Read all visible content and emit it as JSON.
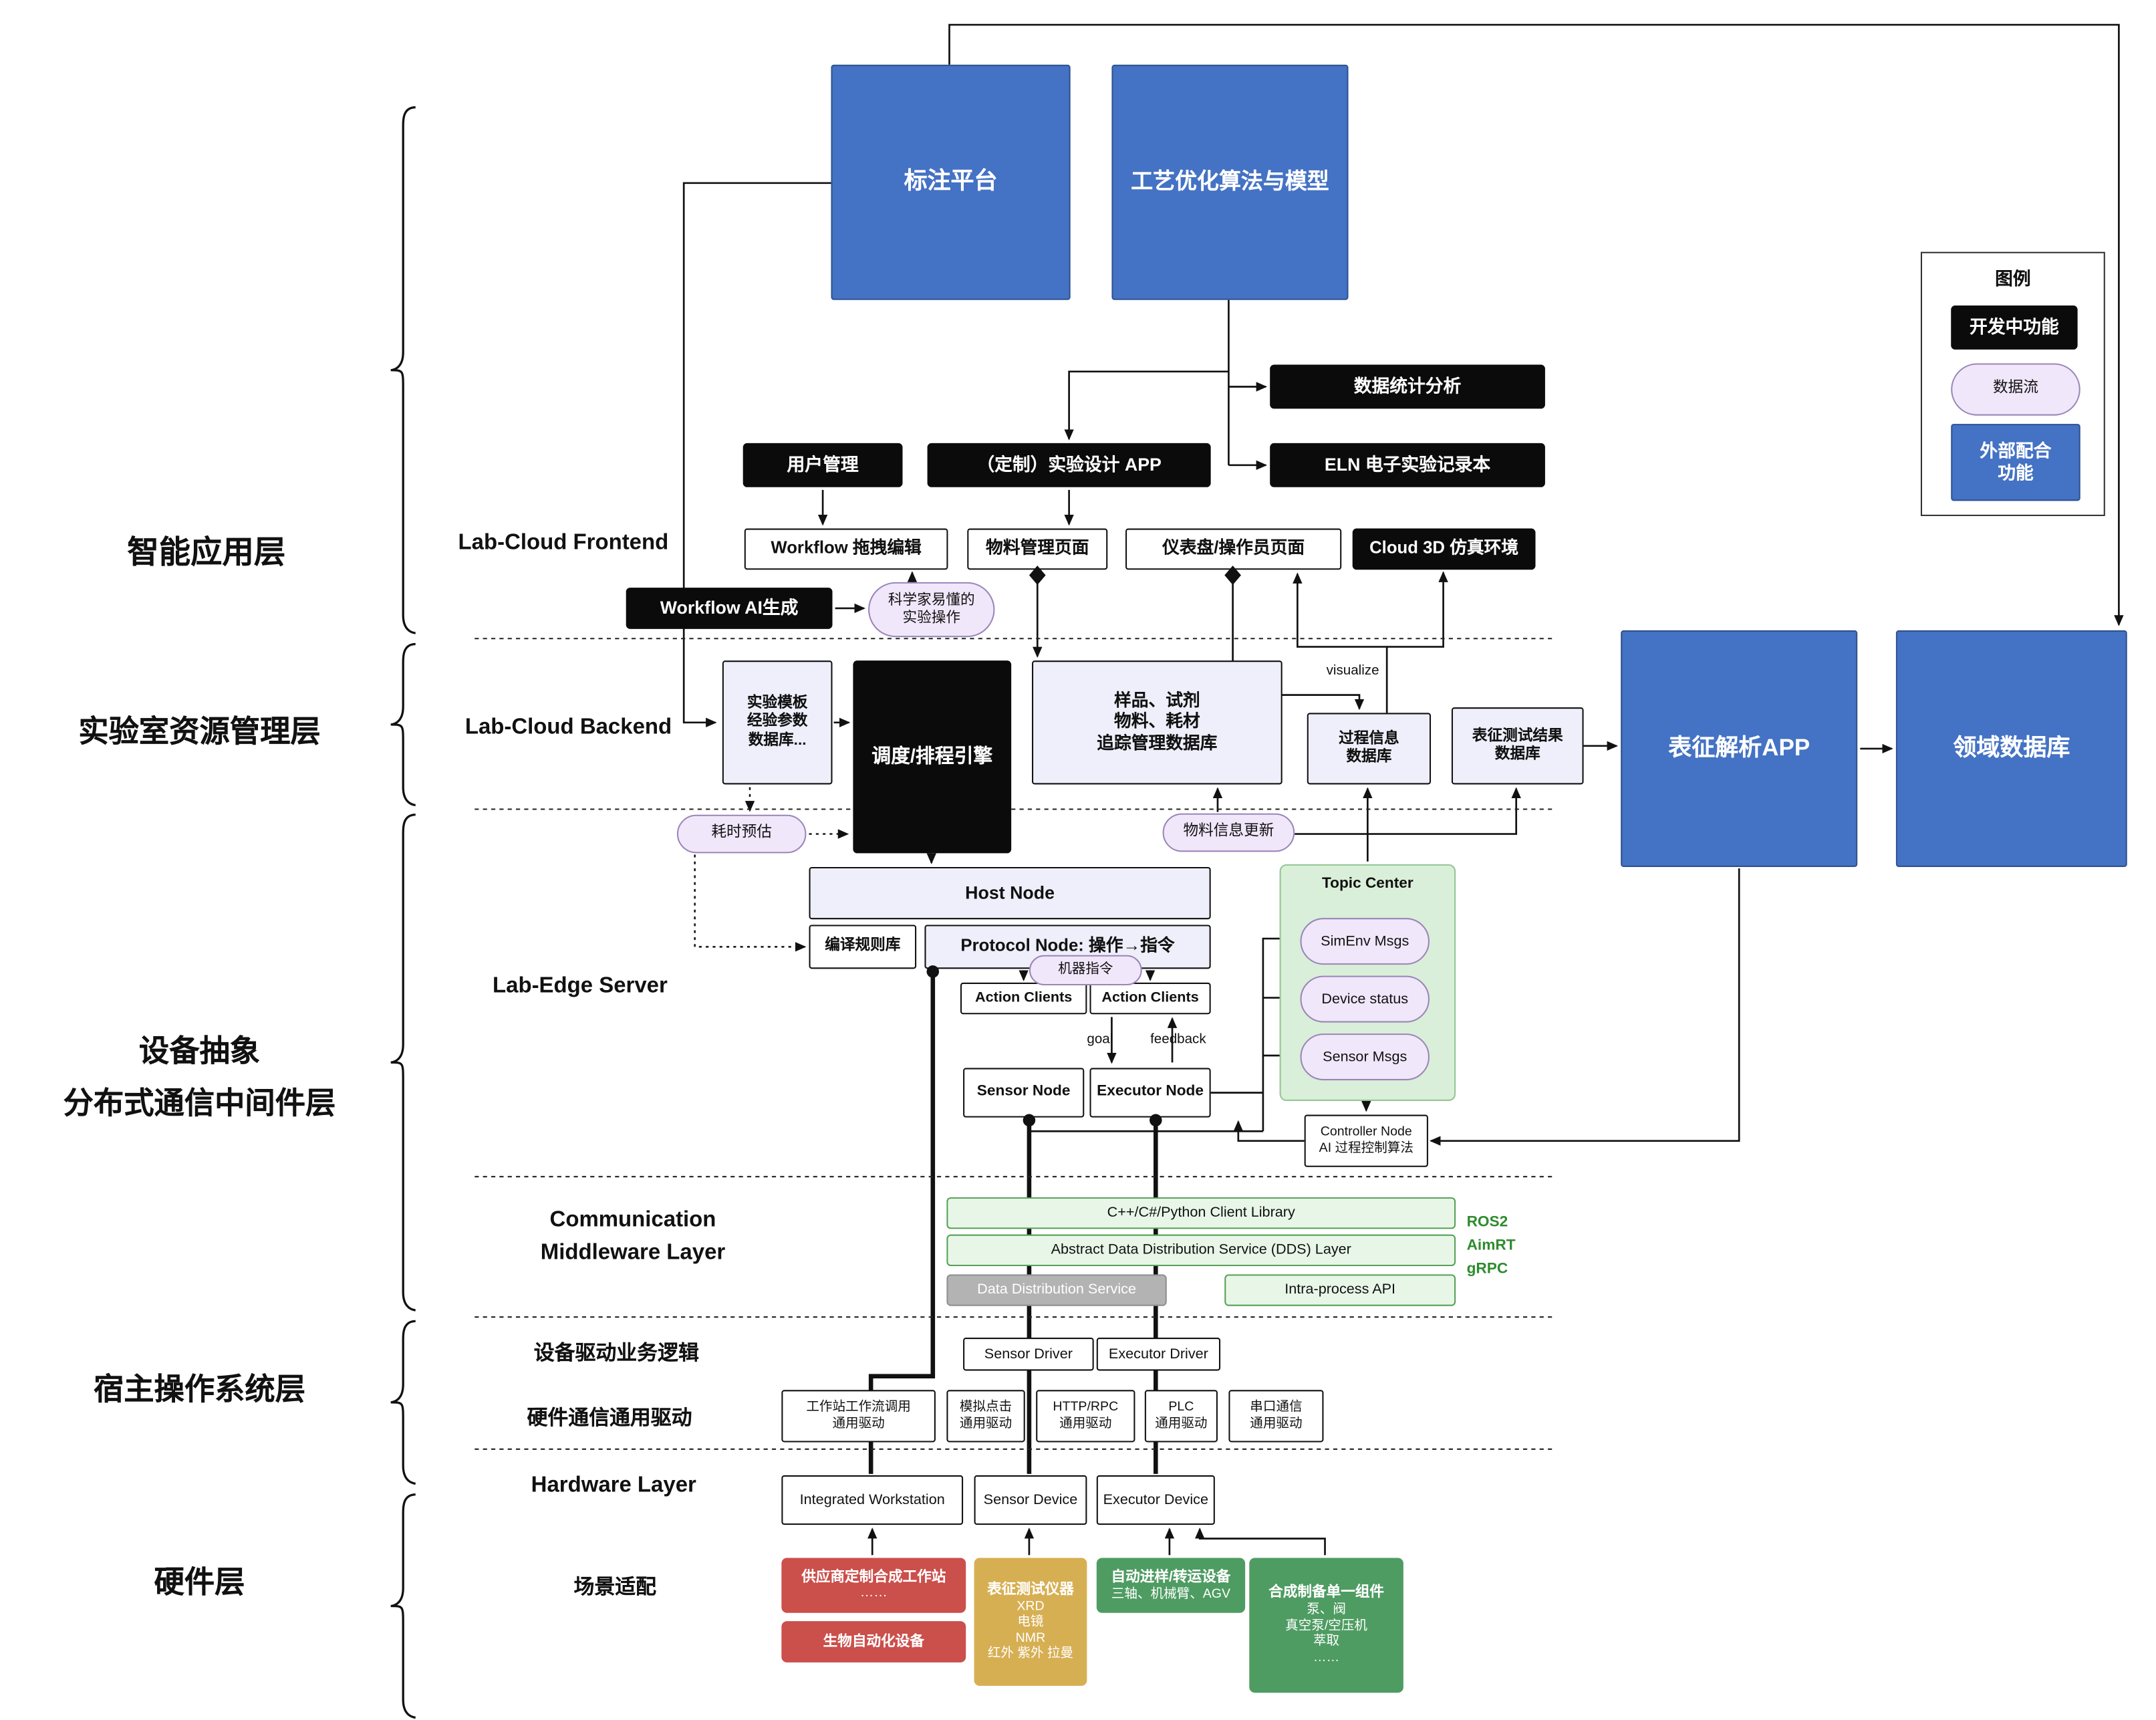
{
  "colors": {
    "blue": "#4472C4",
    "black": "#0B0B0B",
    "pill_bg": "#F0E7FA",
    "topic_bg": "#D9EFD9",
    "middleware_bg": "#E8F6E8",
    "gray_bar": "#B3B3B3",
    "red": "#CB4F4B",
    "tan": "#D7AF53",
    "green": "#4E9C62",
    "stack_text": "#2E8B2E"
  },
  "layer_labels": {
    "app": "智能应用层",
    "resource": "实验室资源管理层",
    "device_line1": "设备抽象",
    "device_line2": "分布式通信中间件层",
    "host_os": "宿主操作系统层",
    "hardware": "硬件层"
  },
  "section_labels": {
    "frontend": "Lab-Cloud Frontend",
    "backend": "Lab-Cloud Backend",
    "edge": "Lab-Edge Server",
    "comm_line1": "Communication",
    "comm_line2": "Middleware Layer",
    "driver_logic": "设备驱动业务逻辑",
    "hw_comm_driver": "硬件通信通用驱动",
    "hardware": "Hardware Layer",
    "scenario": "场景适配"
  },
  "legend": {
    "title": "图例",
    "developing": "开发中功能",
    "dataflow": "数据流",
    "external_line1": "外部配合",
    "external_line2": "功能"
  },
  "top_boxes": {
    "annotation": "标注平台",
    "process_opt": "工艺优化算法与模型"
  },
  "app_layer": {
    "stats": "数据统计分析",
    "user_mgmt": "用户管理",
    "exp_design": "（定制）实验设计 APP",
    "eln": "ELN 电子实验记录本",
    "wf_edit": "Workflow 拖拽编辑",
    "material_page": "物料管理页面",
    "dashboard": "仪表盘/操作员页面",
    "cloud3d": "Cloud 3D 仿真环境",
    "wf_ai": "Workflow AI生成",
    "sci_pill_line1": "科学家易懂的",
    "sci_pill_line2": "实验操作"
  },
  "backend": {
    "template_db": [
      "实验模板",
      "经验参数",
      "数据库..."
    ],
    "scheduler": "调度/排程引擎",
    "sample_db": [
      "样品、试剂",
      "物料、耗材",
      "追踪管理数据库"
    ],
    "visualize": "visualize",
    "process_db": [
      "过程信息",
      "数据库"
    ],
    "char_db": [
      "表征测试结果",
      "数据库"
    ],
    "char_app": "表征解析APP",
    "domain_db": "领域数据库",
    "time_estimate": "耗时预估",
    "material_update": "物料信息更新"
  },
  "edge": {
    "host_node": "Host Node",
    "rule_lib": "编译规则库",
    "protocol_node": "Protocol Node: 操作→指令",
    "machine_cmd": "机器指令",
    "action_clients_left": "Action Clients",
    "action_clients_right": "Action Clients",
    "goal": "goal",
    "feedback": "feedback",
    "sensor_node": "Sensor Node",
    "executor_node": "Executor Node",
    "topic_center": "Topic Center",
    "simenv_msgs": "SimEnv Msgs",
    "device_status": "Device status",
    "sensor_msgs": "Sensor Msgs",
    "controller_line1": "Controller Node",
    "controller_line2": "AI 过程控制算法"
  },
  "middleware": {
    "client_lib": "C++/C#/Python Client Library",
    "dds_layer": "Abstract Data Distribution Service (DDS) Layer",
    "dds_service": "Data Distribution Service",
    "intra_api": "Intra-process API",
    "stack": [
      "ROS2",
      "AimRT",
      "gRPC"
    ]
  },
  "drivers": {
    "sensor_driver": "Sensor Driver",
    "executor_driver": "Executor Driver",
    "workstation": [
      "工作站工作流调用",
      "通用驱动"
    ],
    "sim_click": [
      "模拟点击",
      "通用驱动"
    ],
    "http_rpc": [
      "HTTP/RPC",
      "通用驱动"
    ],
    "plc": [
      "PLC",
      "通用驱动"
    ],
    "serial": [
      "串口通信",
      "通用驱动"
    ]
  },
  "hardware": {
    "workstation": "Integrated Workstation",
    "sensor_device": "Sensor Device",
    "executor_device": "Executor Device"
  },
  "scenario": {
    "vendor": {
      "title": "供应商定制合成工作站",
      "lines": [
        "……"
      ]
    },
    "bio": {
      "title": "生物自动化设备"
    },
    "characterization": {
      "title": "表征测试仪器",
      "lines": [
        "XRD",
        "电镜",
        "NMR",
        "红外 紫外 拉曼"
      ]
    },
    "transfer": {
      "title": "自动进样/转运设备",
      "lines": [
        "三轴、机械臂、AGV"
      ]
    },
    "synthesis": {
      "title": "合成制备单一组件",
      "lines": [
        "泵、阀",
        "真空泵/空压机",
        "萃取",
        "……"
      ]
    }
  }
}
